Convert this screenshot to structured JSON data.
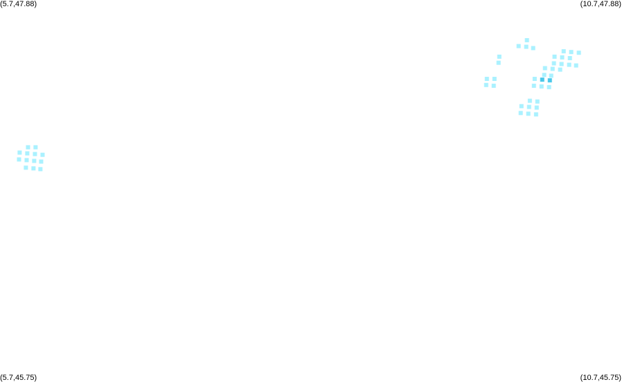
{
  "corners": {
    "top_left": "(5.7,47.88)",
    "top_right": "(10.7,47.88)",
    "bottom_left": "(5.7,45.75)",
    "bottom_right": "(10.7,45.75)"
  },
  "bounds": {
    "lon_min": 5.7,
    "lon_max": 10.7,
    "lat_min": 45.75,
    "lat_max": 47.88
  },
  "colors": {
    "background": "#ffffff",
    "low": "#aaf1ff",
    "high": "#4cc8ea"
  },
  "points": [
    {
      "lon": 5.925,
      "lat": 47.059,
      "level": 0
    },
    {
      "lon": 5.986,
      "lat": 47.059,
      "level": 0
    },
    {
      "lon": 5.858,
      "lat": 47.029,
      "level": 0
    },
    {
      "lon": 5.919,
      "lat": 47.025,
      "level": 0
    },
    {
      "lon": 5.981,
      "lat": 47.021,
      "level": 0
    },
    {
      "lon": 6.042,
      "lat": 47.017,
      "level": 0
    },
    {
      "lon": 5.853,
      "lat": 46.991,
      "level": 0
    },
    {
      "lon": 5.914,
      "lat": 46.987,
      "level": 0
    },
    {
      "lon": 5.975,
      "lat": 46.983,
      "level": 0
    },
    {
      "lon": 6.031,
      "lat": 46.979,
      "level": 0
    },
    {
      "lon": 5.908,
      "lat": 46.945,
      "level": 0
    },
    {
      "lon": 5.969,
      "lat": 46.941,
      "level": 0
    },
    {
      "lon": 6.025,
      "lat": 46.937,
      "level": 0
    },
    {
      "lon": 9.936,
      "lat": 47.656,
      "level": 0
    },
    {
      "lon": 9.869,
      "lat": 47.623,
      "level": 0
    },
    {
      "lon": 9.93,
      "lat": 47.619,
      "level": 0
    },
    {
      "lon": 9.986,
      "lat": 47.612,
      "level": 0
    },
    {
      "lon": 9.714,
      "lat": 47.564,
      "level": 0
    },
    {
      "lon": 9.708,
      "lat": 47.53,
      "level": 0
    },
    {
      "lon": 10.231,
      "lat": 47.594,
      "level": 0
    },
    {
      "lon": 10.292,
      "lat": 47.59,
      "level": 0
    },
    {
      "lon": 10.353,
      "lat": 47.586,
      "level": 0
    },
    {
      "lon": 10.158,
      "lat": 47.564,
      "level": 0
    },
    {
      "lon": 10.219,
      "lat": 47.56,
      "level": 0
    },
    {
      "lon": 10.281,
      "lat": 47.556,
      "level": 0
    },
    {
      "lon": 10.153,
      "lat": 47.527,
      "level": 0
    },
    {
      "lon": 10.214,
      "lat": 47.523,
      "level": 0
    },
    {
      "lon": 10.275,
      "lat": 47.519,
      "level": 0
    },
    {
      "lon": 10.331,
      "lat": 47.515,
      "level": 0
    },
    {
      "lon": 10.081,
      "lat": 47.5,
      "level": 0
    },
    {
      "lon": 10.142,
      "lat": 47.496,
      "level": 0
    },
    {
      "lon": 10.203,
      "lat": 47.492,
      "level": 0
    },
    {
      "lon": 10.075,
      "lat": 47.462,
      "level": 0
    },
    {
      "lon": 10.131,
      "lat": 47.458,
      "level": 0
    },
    {
      "lon": 9.614,
      "lat": 47.44,
      "level": 0
    },
    {
      "lon": 9.675,
      "lat": 47.44,
      "level": 0
    },
    {
      "lon": 9.608,
      "lat": 47.406,
      "level": 0
    },
    {
      "lon": 9.669,
      "lat": 47.402,
      "level": 0
    },
    {
      "lon": 9.998,
      "lat": 47.44,
      "level": 0
    },
    {
      "lon": 10.059,
      "lat": 47.436,
      "level": 1
    },
    {
      "lon": 10.12,
      "lat": 47.432,
      "level": 1
    },
    {
      "lon": 9.992,
      "lat": 47.402,
      "level": 0
    },
    {
      "lon": 10.053,
      "lat": 47.398,
      "level": 0
    },
    {
      "lon": 10.114,
      "lat": 47.394,
      "level": 0
    },
    {
      "lon": 9.959,
      "lat": 47.318,
      "level": 0
    },
    {
      "lon": 10.02,
      "lat": 47.314,
      "level": 0
    },
    {
      "lon": 9.892,
      "lat": 47.288,
      "level": 0
    },
    {
      "lon": 9.953,
      "lat": 47.284,
      "level": 0
    },
    {
      "lon": 10.014,
      "lat": 47.28,
      "level": 0
    },
    {
      "lon": 9.886,
      "lat": 47.25,
      "level": 0
    },
    {
      "lon": 9.947,
      "lat": 47.246,
      "level": 0
    },
    {
      "lon": 10.009,
      "lat": 47.242,
      "level": 0
    }
  ]
}
